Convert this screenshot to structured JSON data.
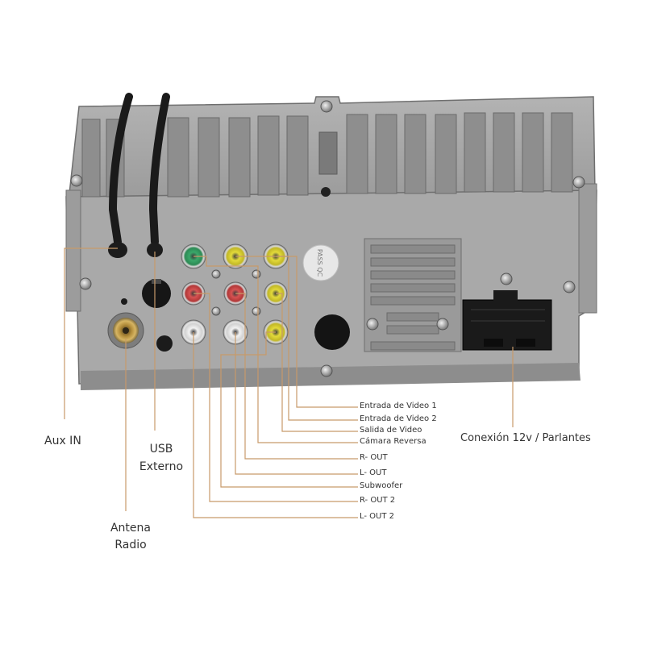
{
  "colors": {
    "panel": "#a6a6a6",
    "panel_dark": "#7c7c7c",
    "leader_line": "#c79a6a",
    "rca_green": "#3aa86a",
    "rca_yellow": "#d9d02c",
    "rca_red": "#c94040",
    "rca_white": "#e8e8e8"
  },
  "panel_markings": {
    "pass_qc": "PASS QC"
  },
  "labels": {
    "entrada_video_1": "Entrada de Video 1",
    "entrada_video_2": "Entrada de Video 2",
    "salida_video": "Salida de Video",
    "camara_reversa": "Cámara Reversa",
    "r_out": "R- OUT",
    "l_out": "L- OUT",
    "subwoofer": "Subwoofer",
    "r_out_2": "R- OUT 2",
    "l_out_2": "L- OUT 2",
    "aux_in": "Aux IN",
    "usb_line1": "USB",
    "usb_line2": "Externo",
    "antena_line1": "Antena",
    "antena_line2": "Radio",
    "conexion": "Conexión 12v / Parlantes"
  }
}
